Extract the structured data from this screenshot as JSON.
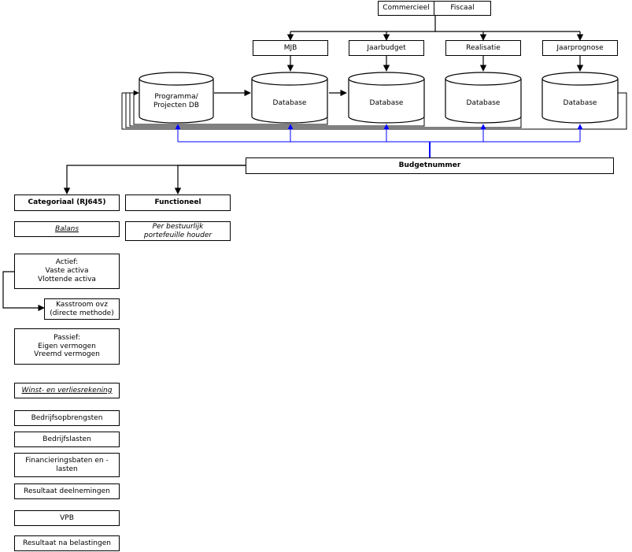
{
  "top": {
    "commercieel": "Commercieel",
    "fiscaal": "Fiscaal"
  },
  "phases": [
    {
      "label": "MJB"
    },
    {
      "label": "Jaarbudget"
    },
    {
      "label": "Realisatie"
    },
    {
      "label": "Jaarprognose"
    }
  ],
  "source_db": {
    "line1": "Programma/",
    "line2": "Projecten DB"
  },
  "databases": [
    "Database",
    "Database",
    "Database",
    "Database"
  ],
  "budgetnummer": "Budgetnummer",
  "categoriaal": {
    "header": "Categoriaal (RJ645)",
    "balans": "Balans",
    "actief": [
      "Actief:",
      "Vaste activa",
      "Vlottende activa"
    ],
    "kasstroom": [
      "Kasstroom ovz",
      "(directe methode)"
    ],
    "passief": [
      "Passief:",
      "Eigen vermogen",
      "Vreemd vermogen"
    ],
    "winst": "Winst- en verliesrekening",
    "items": [
      "Bedrijfsopbrengsten",
      "Bedrijfslasten",
      "Financieringsbaten en -lasten",
      "Resultaat deelnemingen",
      "VPB",
      "Resultaat na belastingen"
    ]
  },
  "functioneel": {
    "header": "Functioneel",
    "sub": [
      "Per bestuurlijk",
      "portefeuille houder"
    ]
  },
  "colors": {
    "line": "#000000",
    "link": "#0000ff"
  }
}
